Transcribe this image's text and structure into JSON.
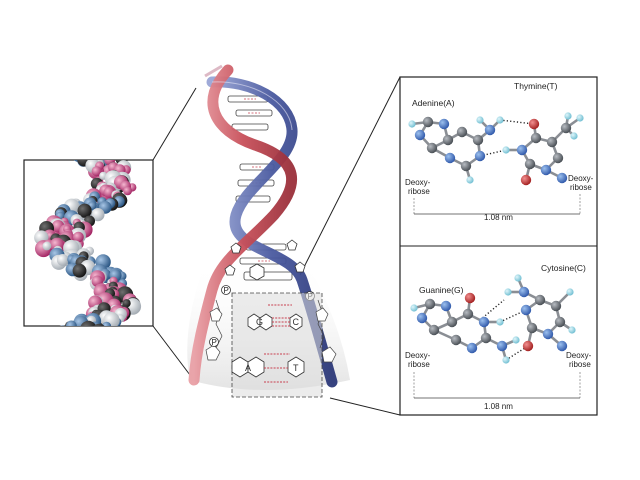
{
  "panel_at": {
    "pair1_left_label": "Adenine(A)",
    "pair1_right_label": "Thymine(T)",
    "sugar_left_line1": "Deoxy-",
    "sugar_left_line2": "ribose",
    "sugar_right_line1": "Deoxy-",
    "sugar_right_line2": "ribose",
    "distance": "1.08 nm"
  },
  "panel_gc": {
    "pair2_left_label": "Guanine(G)",
    "pair2_right_label": "Cytosine(C)",
    "sugar_left_line1": "Deoxy-",
    "sugar_left_line2": "ribose",
    "sugar_right_line1": "Deoxy-",
    "sugar_right_line2": "ribose",
    "distance": "1.08 nm"
  },
  "helix": {
    "base_a": "A",
    "base_t": "T",
    "base_g": "G",
    "base_c": "C",
    "phosphate": "P"
  },
  "colors": {
    "strand_red": "#c8505a",
    "strand_blue": "#4a5aa0",
    "carbon": "#555a60",
    "nitrogen": "#3c6cc0",
    "oxygen": "#c03030",
    "hydrogen": "#7fc8dc"
  }
}
